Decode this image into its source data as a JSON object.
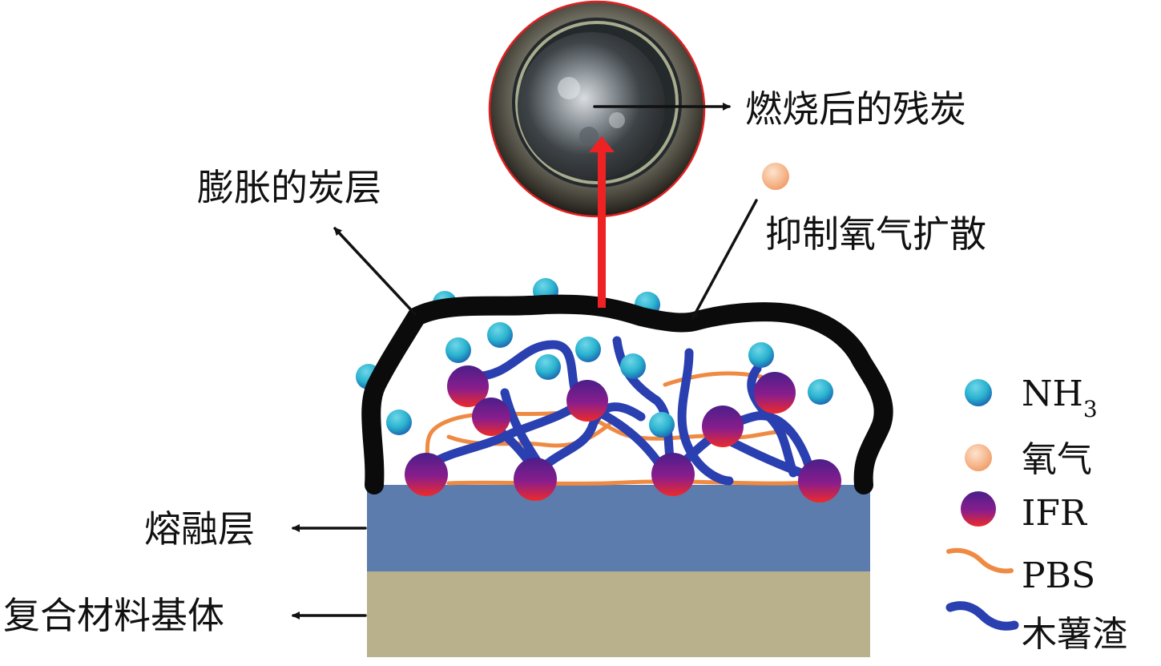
{
  "labels": {
    "char_residue": "燃烧后的残炭",
    "expanded_char": "膨胀的炭层",
    "inhibit_oxygen": "抑制氧气扩散",
    "melt_layer": "熔融层",
    "matrix": "复合材料基体"
  },
  "legend": {
    "nh3_main": "NH",
    "nh3_sub": "3",
    "oxygen": "氧气",
    "ifr": "IFR",
    "pbs": "PBS",
    "cassava": "木薯渣"
  },
  "colors": {
    "melt_layer": "#5b7cad",
    "matrix": "#b9b08c",
    "char_layer": "#0b0b0b",
    "arrow_red": "#ee2222",
    "pbs": "#ef8a43",
    "cassava": "#2a3fb0",
    "nh3": "#2ab3cf",
    "oxygen": "#f6b98f",
    "ifr": "#7a1f8f"
  }
}
